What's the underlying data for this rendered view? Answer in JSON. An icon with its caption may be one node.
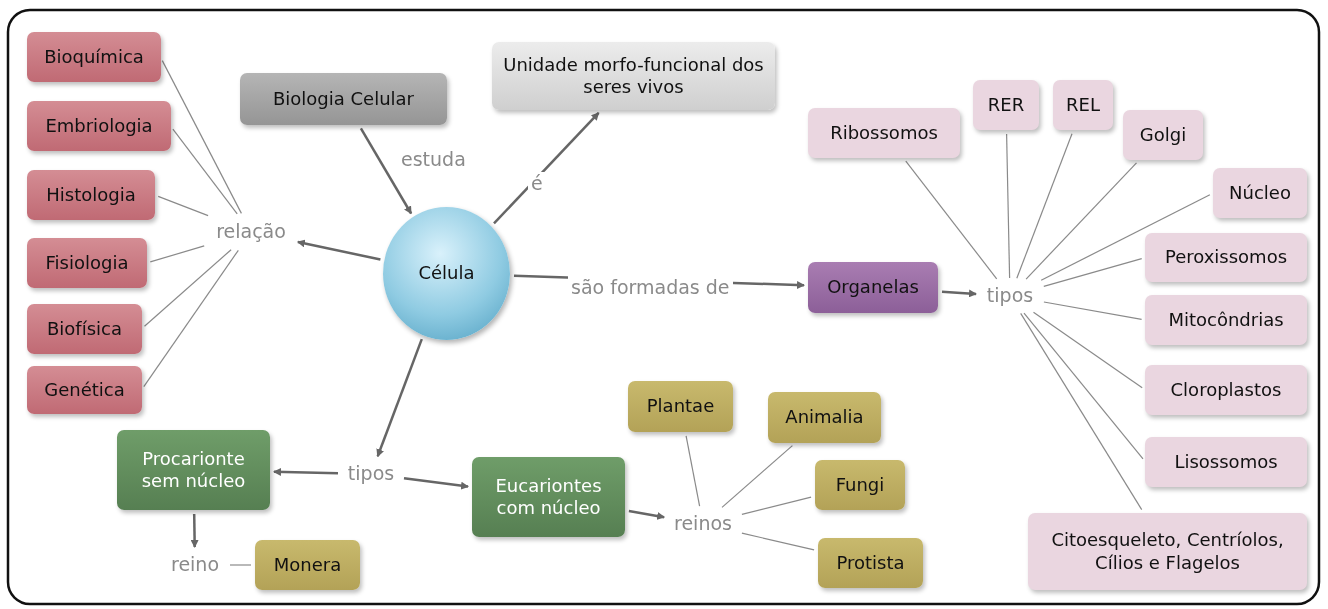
{
  "diagram": {
    "nodes": [
      {
        "text": [
          "Bioquímica"
        ]
      },
      {
        "text": [
          "Embriologia"
        ]
      },
      {
        "text": [
          "Histologia"
        ]
      },
      {
        "text": [
          "Fisiologia"
        ]
      },
      {
        "text": [
          "Biofísica"
        ]
      },
      {
        "text": [
          "Genética"
        ]
      },
      {
        "text": [
          "relação"
        ]
      },
      {
        "text": [
          "Biologia Celular"
        ]
      },
      {
        "text": [
          "Célula"
        ]
      },
      {
        "text": [
          "Unidade morfo-funcional dos seres vivos"
        ]
      },
      {
        "text": [
          "Organelas"
        ]
      },
      {
        "text": [
          "tipos"
        ]
      },
      {
        "text": [
          "Ribossomos"
        ]
      },
      {
        "text": [
          "RER"
        ]
      },
      {
        "text": [
          "REL"
        ]
      },
      {
        "text": [
          "Golgi"
        ]
      },
      {
        "text": [
          "Núcleo"
        ]
      },
      {
        "text": [
          "Peroxissomos"
        ]
      },
      {
        "text": [
          "Mitocôndrias"
        ]
      },
      {
        "text": [
          "Cloroplastos"
        ]
      },
      {
        "text": [
          "Lisossomos"
        ]
      },
      {
        "text": [
          "Citoesqueleto, Centríolos, Cílios e Flagelos"
        ]
      },
      {
        "text": [
          "tipos"
        ]
      },
      {
        "text": [
          "Procarionte sem núcleo"
        ]
      },
      {
        "text": [
          "Eucariontes com núcleo"
        ]
      },
      {
        "text": [
          "reino"
        ]
      },
      {
        "text": [
          "Monera"
        ]
      },
      {
        "text": [
          "reinos"
        ]
      },
      {
        "text": [
          "Plantae"
        ]
      },
      {
        "text": [
          "Animalia"
        ]
      },
      {
        "text": [
          "Fungi"
        ]
      },
      {
        "text": [
          "Protista"
        ]
      }
    ],
    "edges": [
      {
        "from": 6,
        "to": 0,
        "arrow": "none"
      },
      {
        "from": 6,
        "to": 1,
        "arrow": "none"
      },
      {
        "from": 6,
        "to": 2,
        "arrow": "none"
      },
      {
        "from": 6,
        "to": 3,
        "arrow": "none"
      },
      {
        "from": 6,
        "to": 4,
        "arrow": "none"
      },
      {
        "from": 6,
        "to": 5,
        "arrow": "none"
      },
      {
        "from": 8,
        "to": 6,
        "arrow": "to"
      },
      {
        "from": 7,
        "to": 8,
        "label": "estuda",
        "arrow": "to"
      },
      {
        "from": 8,
        "to": 9,
        "label": "é",
        "arrow": "to"
      },
      {
        "from": 8,
        "to": 10,
        "label": "são formadas de",
        "arrow": "to"
      },
      {
        "from": 10,
        "to": 11,
        "arrow": "to"
      },
      {
        "from": 11,
        "to": 12,
        "arrow": "none"
      },
      {
        "from": 11,
        "to": 13,
        "arrow": "none"
      },
      {
        "from": 11,
        "to": 14,
        "arrow": "none"
      },
      {
        "from": 11,
        "to": 15,
        "arrow": "none"
      },
      {
        "from": 11,
        "to": 16,
        "arrow": "none"
      },
      {
        "from": 11,
        "to": 17,
        "arrow": "none"
      },
      {
        "from": 11,
        "to": 18,
        "arrow": "none"
      },
      {
        "from": 11,
        "to": 19,
        "arrow": "none"
      },
      {
        "from": 11,
        "to": 20,
        "arrow": "none"
      },
      {
        "from": 11,
        "to": 21,
        "arrow": "none"
      },
      {
        "from": 8,
        "to": 22,
        "arrow": "to"
      },
      {
        "from": 22,
        "to": 23,
        "arrow": "to"
      },
      {
        "from": 22,
        "to": 24,
        "arrow": "to"
      },
      {
        "from": 23,
        "to": 25,
        "arrow": "to"
      },
      {
        "from": 25,
        "to": 26,
        "arrow": "none"
      },
      {
        "from": 24,
        "to": 27,
        "arrow": "to"
      },
      {
        "from": 27,
        "to": 28,
        "arrow": "none"
      },
      {
        "from": 27,
        "to": 29,
        "arrow": "none"
      },
      {
        "from": 27,
        "to": 30,
        "arrow": "none"
      },
      {
        "from": 27,
        "to": 31,
        "arrow": "none"
      }
    ]
  }
}
